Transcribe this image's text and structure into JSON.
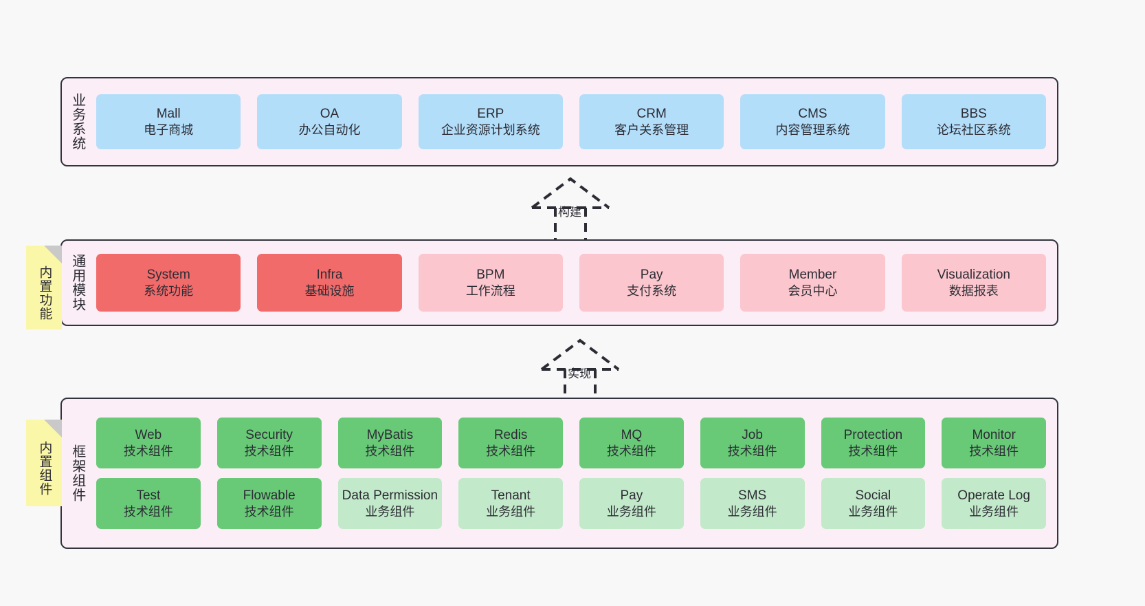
{
  "diagram": {
    "background_color": "#f8f8f8",
    "layer_fill": "#fbeef6",
    "layer_border": "#33333d",
    "note_color": "#fbf7a8",
    "colors": {
      "business": "#b3defa",
      "module_core": "#f26b6b",
      "module_optional": "#fbc6cd",
      "component_tech": "#68ca77",
      "component_biz": "#c2e9c9"
    }
  },
  "layers": [
    {
      "id": "business",
      "title": "业务系统",
      "rows": [
        {
          "nodes": [
            {
              "name": "Mall",
              "desc": "电子商城",
              "color": "blue"
            },
            {
              "name": "OA",
              "desc": "办公自动化",
              "color": "blue"
            },
            {
              "name": "ERP",
              "desc": "企业资源计划系统",
              "color": "blue"
            },
            {
              "name": "CRM",
              "desc": "客户关系管理",
              "color": "blue"
            },
            {
              "name": "CMS",
              "desc": "内容管理系统",
              "color": "blue"
            },
            {
              "name": "BBS",
              "desc": "论坛社区系统",
              "color": "blue"
            }
          ]
        }
      ]
    },
    {
      "id": "modules",
      "title": "通用模块",
      "note": "内置功能",
      "rows": [
        {
          "nodes": [
            {
              "name": "System",
              "desc": "系统功能",
              "color": "red-strong"
            },
            {
              "name": "Infra",
              "desc": "基础设施",
              "color": "red-strong"
            },
            {
              "name": "BPM",
              "desc": "工作流程",
              "color": "red-light"
            },
            {
              "name": "Pay",
              "desc": "支付系统",
              "color": "red-light"
            },
            {
              "name": "Member",
              "desc": "会员中心",
              "color": "red-light"
            },
            {
              "name": "Visualization",
              "desc": "数据报表",
              "color": "red-light"
            }
          ]
        }
      ]
    },
    {
      "id": "framework",
      "title": "框架组件",
      "note": "内置组件",
      "rows": [
        {
          "nodes": [
            {
              "name": "Web",
              "desc": "技术组件",
              "color": "green-strong"
            },
            {
              "name": "Security",
              "desc": "技术组件",
              "color": "green-strong"
            },
            {
              "name": "MyBatis",
              "desc": "技术组件",
              "color": "green-strong"
            },
            {
              "name": "Redis",
              "desc": "技术组件",
              "color": "green-strong"
            },
            {
              "name": "MQ",
              "desc": "技术组件",
              "color": "green-strong"
            },
            {
              "name": "Job",
              "desc": "技术组件",
              "color": "green-strong"
            },
            {
              "name": "Protection",
              "desc": "技术组件",
              "color": "green-strong"
            },
            {
              "name": "Monitor",
              "desc": "技术组件",
              "color": "green-strong"
            }
          ]
        },
        {
          "nodes": [
            {
              "name": "Test",
              "desc": "技术组件",
              "color": "green-strong"
            },
            {
              "name": "Flowable",
              "desc": "技术组件",
              "color": "green-strong"
            },
            {
              "name": "Data Permission",
              "desc": "业务组件",
              "color": "green-light"
            },
            {
              "name": "Tenant",
              "desc": "业务组件",
              "color": "green-light"
            },
            {
              "name": "Pay",
              "desc": "业务组件",
              "color": "green-light"
            },
            {
              "name": "SMS",
              "desc": "业务组件",
              "color": "green-light"
            },
            {
              "name": "Social",
              "desc": "业务组件",
              "color": "green-light"
            },
            {
              "name": "Operate Log",
              "desc": "业务组件",
              "color": "green-light"
            }
          ]
        }
      ]
    }
  ],
  "arrows": [
    {
      "id": "build",
      "label": "构建",
      "from": "modules",
      "to": "business"
    },
    {
      "id": "implement",
      "label": "实现",
      "from": "framework",
      "to": "modules"
    }
  ]
}
